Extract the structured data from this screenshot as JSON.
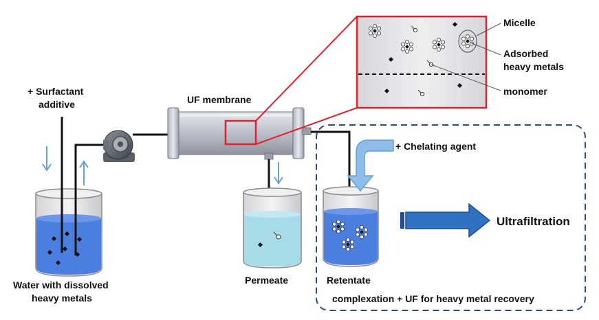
{
  "labels": {
    "surfactant_line1": "+ Surfactant",
    "surfactant_line2": "additive",
    "feed_line1": "Water with dissolved",
    "feed_line2": "heavy metals",
    "uf_membrane": "UF membrane",
    "permeate": "Permeate",
    "retentate": "Retentate",
    "chelating_agent": "+ Chelating agent",
    "ultrafiltration": "Ultrafiltration",
    "recovery_caption": "complexation + UF for heavy metal recovery",
    "micelle": "Micelle",
    "adsorbed_line1": "Adsorbed",
    "adsorbed_line2": "heavy metals",
    "monomer": "monomer"
  },
  "colors": {
    "water_blue": "#4a7fe0",
    "permeate_blue": "#a8dbe8",
    "zoom_red": "#e0202c",
    "dashed_box": "#2c4a7a",
    "arrow_blue": "#2f72c2",
    "flow_arrow": "#6a9fd0"
  }
}
